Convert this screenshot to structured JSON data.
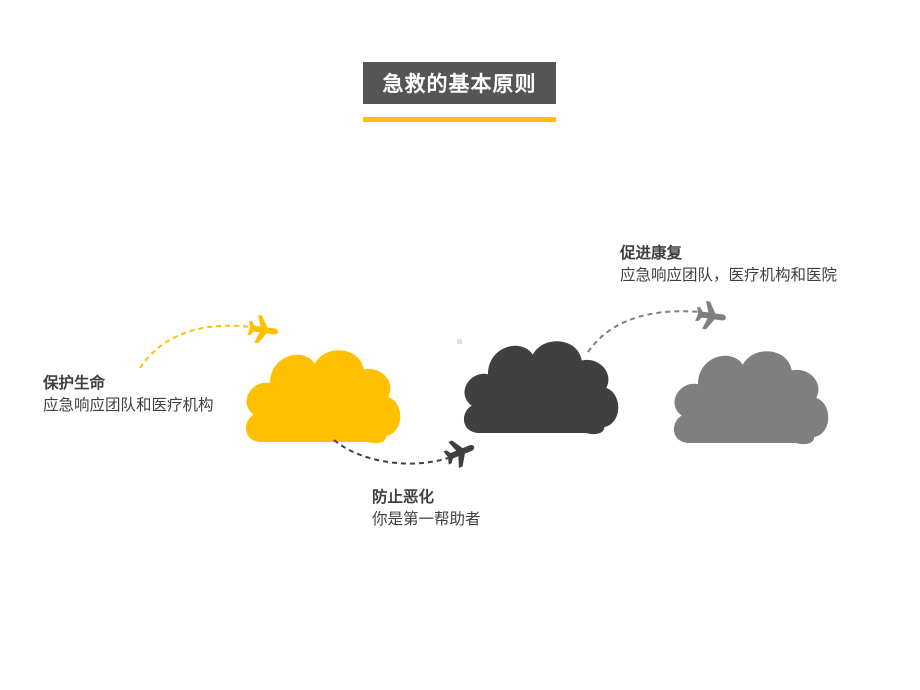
{
  "title": "急救的基本原则",
  "colors": {
    "title_bg": "#555555",
    "accent_yellow": "#FFC000",
    "dark_gray": "#404040",
    "mid_gray": "#7F7F7F"
  },
  "steps": [
    {
      "heading": "保护生命",
      "description": "应急响应团队和医疗机构",
      "cloud_color": "#FFC000",
      "arrow_color": "#FFC000",
      "icon": "airplane-icon"
    },
    {
      "heading": "防止恶化",
      "description": "你是第一帮助者",
      "cloud_color": "#404040",
      "arrow_color": "#404040",
      "icon": "airplane-icon"
    },
    {
      "heading": "促进康复",
      "description": "应急响应团队，医疗机构和医院",
      "cloud_color": "#7F7F7F",
      "arrow_color": "#7F7F7F",
      "icon": "airplane-icon"
    }
  ]
}
